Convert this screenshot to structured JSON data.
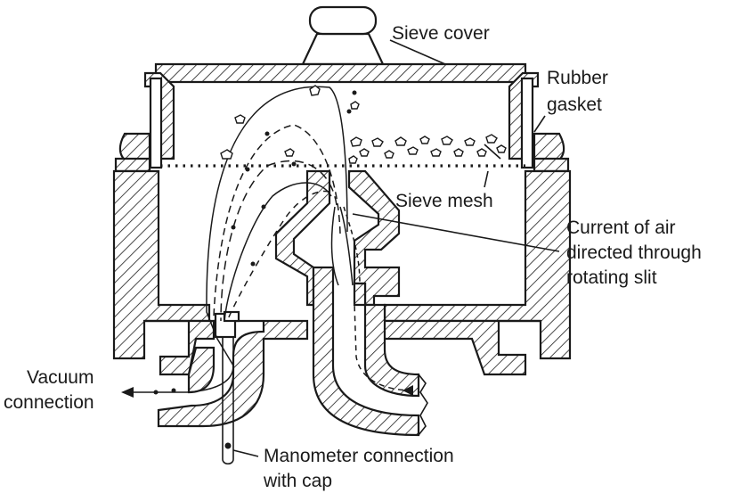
{
  "labels": {
    "sieve_cover": "Sieve cover",
    "rubber_gasket_line1": "Rubber",
    "rubber_gasket_line2": "gasket",
    "sieve_mesh": "Sieve mesh",
    "current_air_line1": "Current of air",
    "current_air_line2": "directed through",
    "current_air_line3": "rotating slit",
    "vacuum_line1": "Vacuum",
    "vacuum_line2": "connection",
    "manometer_line1": "Manometer connection",
    "manometer_line2": "with cap"
  },
  "colors": {
    "ink": "#1a1a1a",
    "background": "#ffffff"
  }
}
